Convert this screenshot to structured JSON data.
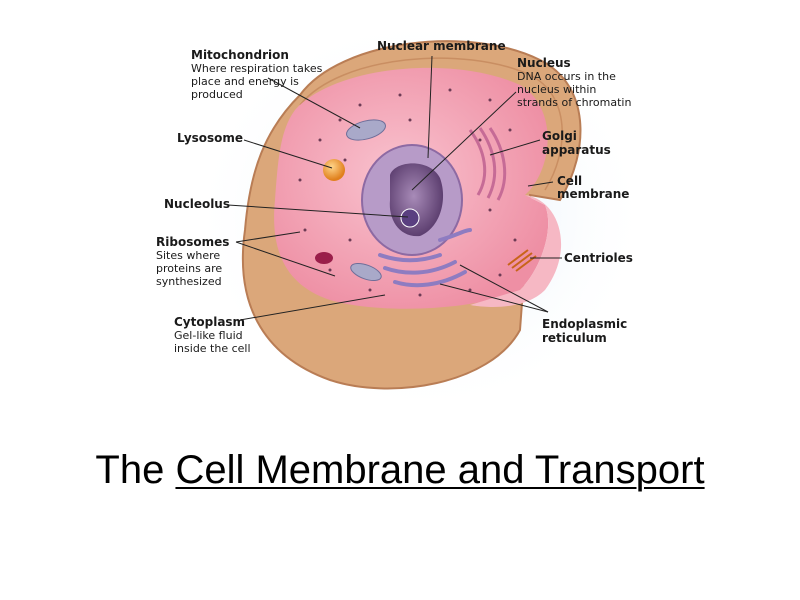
{
  "labels": {
    "mitochondrion": {
      "title": "Mitochondrion",
      "desc": [
        "Where respiration takes",
        "place and energy is",
        "produced"
      ]
    },
    "nuclear_membrane": {
      "title": "Nuclear membrane"
    },
    "nucleus": {
      "title": "Nucleus",
      "desc": [
        "DNA occurs in the",
        "nucleus within",
        "strands of chromatin"
      ]
    },
    "lysosome": {
      "title": "Lysosome"
    },
    "golgi": {
      "title": [
        "Golgi",
        "apparatus"
      ]
    },
    "cell_membrane": {
      "title": [
        "Cell",
        "membrane"
      ]
    },
    "nucleolus": {
      "title": "Nucleolus"
    },
    "ribosomes": {
      "title": "Ribosomes",
      "desc": [
        "Sites where",
        "proteins are",
        "synthesized"
      ]
    },
    "centrioles": {
      "title": "Centrioles"
    },
    "cytoplasm": {
      "title": "Cytoplasm",
      "desc": [
        "Gel-like fluid",
        "inside the cell"
      ]
    },
    "er": {
      "title": [
        "Endoplasmic",
        "reticulum"
      ]
    }
  },
  "slide_title": {
    "prefix": "The ",
    "underlined": "Cell Membrane and Transport"
  },
  "colors": {
    "cytoplasm": "#f4a6b6",
    "membrane_outer": "#d9a678",
    "nucleus": "#7b5a8c",
    "nucleolus": "#6b4e8e",
    "lysosome": "#f2a13a",
    "background_glow": "#cfe4f6"
  }
}
